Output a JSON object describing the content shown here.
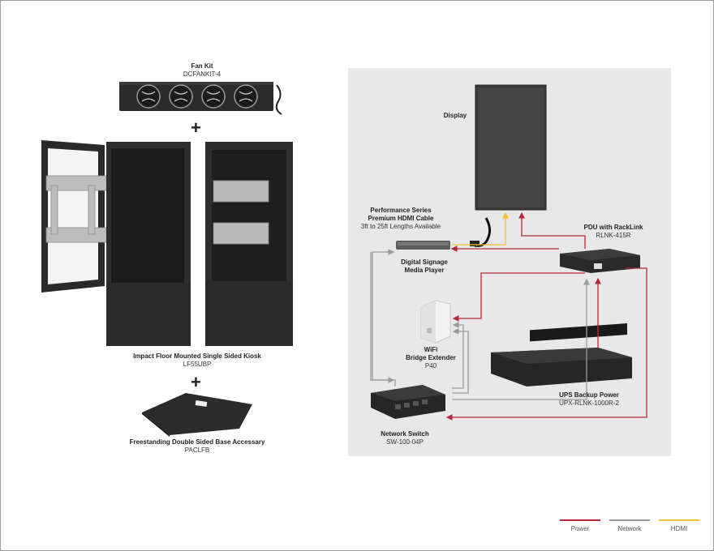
{
  "left_column": {
    "fan_kit": {
      "name": "Fan Kit",
      "model": "DCFANKIT-4"
    },
    "kiosk": {
      "name": "Impact Floor Mounted Single Sided Kiosk",
      "model": "LF55UBP"
    },
    "base": {
      "name": "Freestanding Double Sided Base Accessary",
      "model": "PACLFB"
    },
    "plus_symbol": "+"
  },
  "diagram": {
    "display": {
      "name": "Display"
    },
    "hdmi_cable": {
      "name_line1": "Performance Series",
      "name_line2": "Premium HDMI Cable",
      "detail": "3ft to 25ft Lengths Available"
    },
    "media_player": {
      "name_line1": "Digital Signage",
      "name_line2": "Media Player"
    },
    "pdu": {
      "name": "PDU with RackLink",
      "model": "RLNK-415R"
    },
    "wifi": {
      "name_line1": "WiFi",
      "name_line2": "Bridge Extender",
      "model": "P40"
    },
    "ups": {
      "name": "UPS Backup Power",
      "model": "UPX-RLNK-1000R-2"
    },
    "switch": {
      "name": "Network Switch",
      "model": "SW-100-04P"
    }
  },
  "legend": [
    {
      "label": "Power",
      "color": "#b5283c"
    },
    {
      "label": "Network",
      "color": "#9b9b9b"
    },
    {
      "label": "HDMI",
      "color": "#f2c12e"
    }
  ],
  "colors": {
    "power": "#b5283c",
    "network": "#9b9b9b",
    "hdmi": "#f2c12e",
    "panel_bg": "#e8e8e8"
  }
}
